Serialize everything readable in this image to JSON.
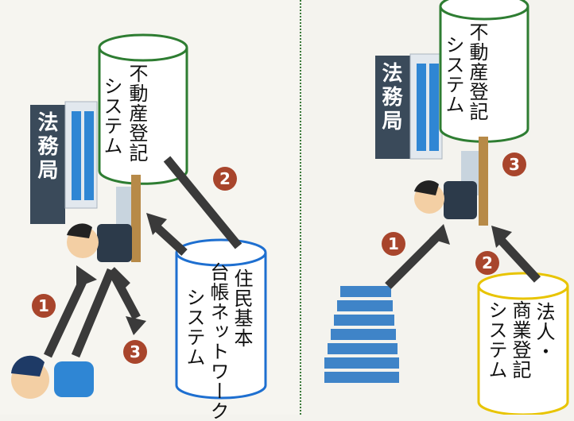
{
  "left": {
    "office_label": "法務局",
    "db_realestate": {
      "line1": "不動産登記",
      "line2": "システム"
    },
    "db_resident": {
      "line1": "住民基本",
      "line2": "台帳ネットワーク",
      "line3": "システム"
    },
    "steps": [
      "1",
      "2",
      "3"
    ]
  },
  "right": {
    "office_label": "法務局",
    "db_realestate": {
      "line1": "不動産登記",
      "line2": "システム"
    },
    "db_corporate": {
      "line1": "法人・",
      "line2": "商業登記",
      "line3": "システム"
    },
    "steps": [
      "1",
      "2",
      "3"
    ]
  },
  "colors": {
    "office_bg": "#3a4a5a",
    "realestate_db": "#2e7d32",
    "resident_db": "#1e6fd0",
    "corporate_db": "#e8c400",
    "arrow": "#3a3a3a",
    "step_circle": "#a8452c",
    "document_stack": "#3f84c8"
  }
}
